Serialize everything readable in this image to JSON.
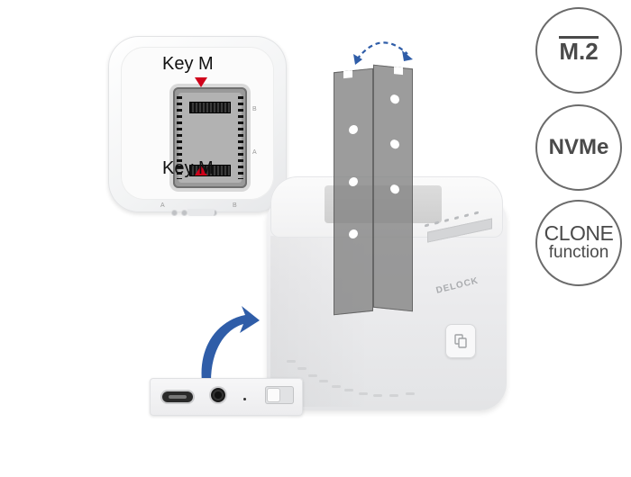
{
  "inset_top_view": {
    "key_top_label": "Key M",
    "key_bottom_label": "Key M",
    "slot_b_letter": "B",
    "slot_a_letter": "A",
    "front_left_letter": "A",
    "front_right_letter": "B"
  },
  "badges": {
    "m2": "M.2",
    "nvme": "NVMe",
    "clone_line1": "CLONE",
    "clone_line2": "function"
  },
  "dock": {
    "logo": "DELOCK"
  },
  "colors": {
    "arrow_blue": "#2f5da8",
    "key_marker_red": "#d0021b",
    "badge_border": "#6b6b6b",
    "ssd_gray": "#808080"
  },
  "icons": {
    "rotate_arrow": "dashed-curved-arrow-icon",
    "swoosh_arrow": "curved-arrow-icon",
    "clone_button": "clone-icon"
  }
}
